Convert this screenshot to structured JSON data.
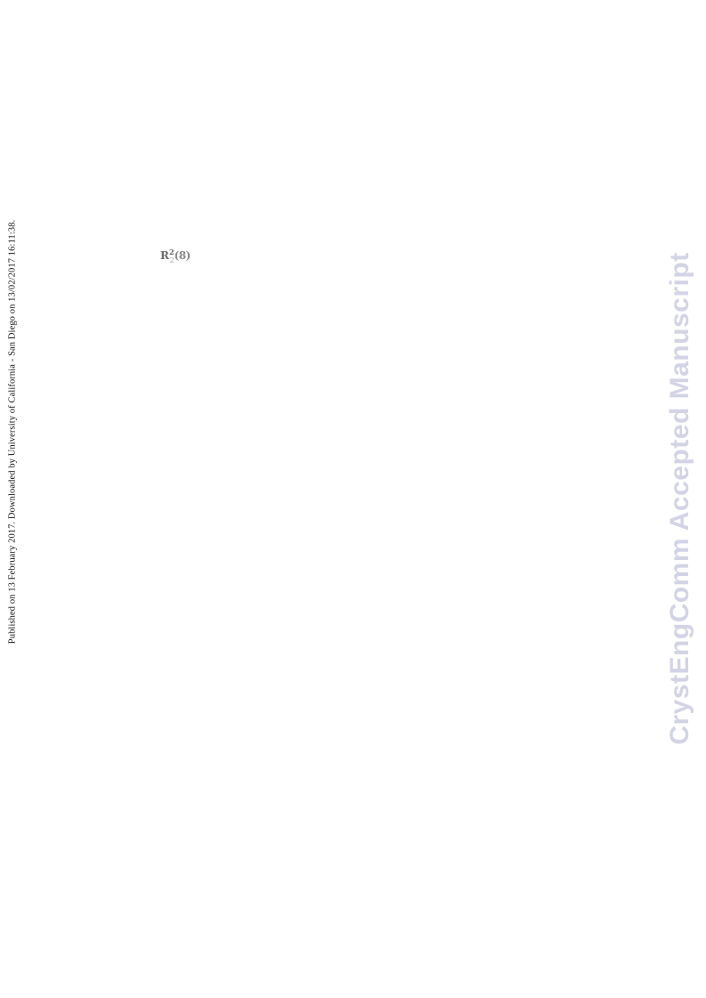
{
  "publication_note": "Published on 13 February 2017. Downloaded by University of California - San Diego on 13/02/2017 16:11:38.",
  "watermark": {
    "text": "CrystEngComm Accepted Manuscript",
    "color": "#d3d3e6"
  },
  "notation": {
    "base": "R",
    "superscript": "2",
    "subscript": "2",
    "argument": "(8)"
  }
}
